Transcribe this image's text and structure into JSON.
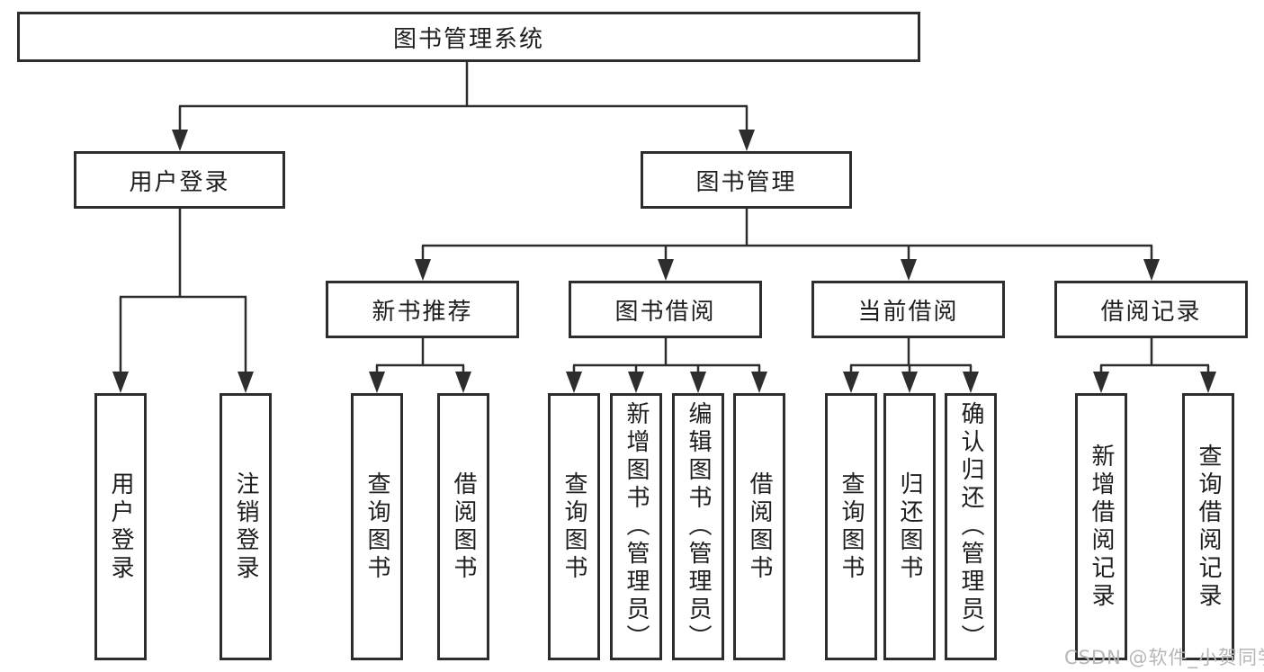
{
  "tree": {
    "label": "图书管理系统",
    "children": [
      {
        "label": "用户登录",
        "children": [
          {
            "label": "用户登录"
          },
          {
            "label": "注销登录"
          }
        ]
      },
      {
        "label": "图书管理",
        "children": [
          {
            "label": "新书推荐",
            "children": [
              {
                "label": "查询图书"
              },
              {
                "label": "借阅图书"
              }
            ]
          },
          {
            "label": "图书借阅",
            "children": [
              {
                "label": "查询图书"
              },
              {
                "label": "新增图书（管理员）"
              },
              {
                "label": "编辑图书（管理员）"
              },
              {
                "label": "借阅图书"
              }
            ]
          },
          {
            "label": "当前借阅",
            "children": [
              {
                "label": "查询图书"
              },
              {
                "label": "归还图书"
              },
              {
                "label": "确认归还（管理员）"
              }
            ]
          },
          {
            "label": "借阅记录",
            "children": [
              {
                "label": "新增借阅记录"
              },
              {
                "label": "查询借阅记录"
              }
            ]
          }
        ]
      }
    ]
  },
  "watermark": {
    "text": "CSDN @软件_小贺同学"
  },
  "colors": {
    "line": "#2d2d2d",
    "border": "#2d2d2d",
    "text": "#1e1e1e",
    "background": "#ffffff",
    "watermark": "#b6b6b6"
  }
}
